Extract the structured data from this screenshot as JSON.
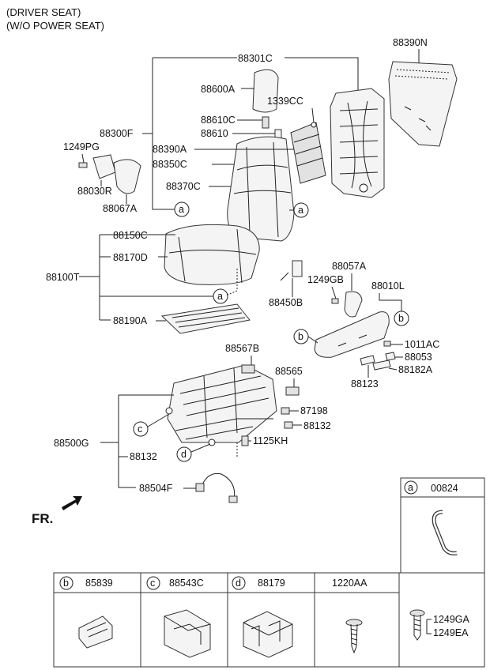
{
  "header": {
    "line1": "(DRIVER SEAT)",
    "line2": "(W/O POWER SEAT)"
  },
  "labels": {
    "p88390N": "88390N",
    "p88301C": "88301C",
    "p88600A": "88600A",
    "p1339CC": "1339CC",
    "p88610C": "88610C",
    "p88300F": "88300F",
    "p88610": "88610",
    "p1249PG": "1249PG",
    "p88390A": "88390A",
    "p88350C": "88350C",
    "p88030R": "88030R",
    "p88370C": "88370C",
    "p88067A": "88067A",
    "p88150C": "88150C",
    "p88170D": "88170D",
    "p88100T": "88100T",
    "p88057A": "88057A",
    "p1249GB": "1249GB",
    "p88010L": "88010L",
    "p88450B": "88450B",
    "p88190A": "88190A",
    "p1011AC": "1011AC",
    "p88053": "88053",
    "p88567B": "88567B",
    "p88182A": "88182A",
    "p88123": "88123",
    "p88565": "88565",
    "p87198": "87198",
    "p88132a": "88132",
    "p88500G": "88500G",
    "p1125KH": "1125KH",
    "p88132b": "88132",
    "p88504F": "88504F",
    "fr": "FR."
  },
  "callouts": {
    "a": "a",
    "b": "b",
    "c": "c",
    "d": "d"
  },
  "legend": {
    "a_code": "00824",
    "b_code": "85839",
    "c_code": "88543C",
    "d_code": "88179",
    "e_code": "1220AA",
    "f_code1": "1249GA",
    "f_code2": "1249EA"
  }
}
